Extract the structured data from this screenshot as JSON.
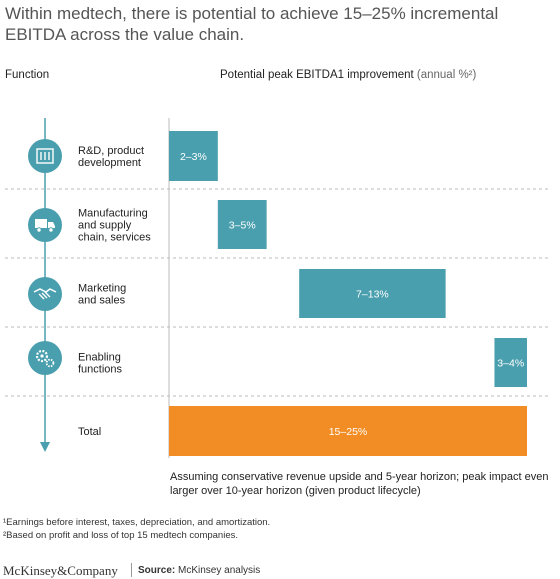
{
  "title": "Within medtech, there is potential to achieve 15–25% incremental EBITDA across the value chain.",
  "header": {
    "function": "Function",
    "metric": "Potential peak EBITDA1 improvement",
    "unit": "(annual %²)"
  },
  "chart_data": {
    "type": "bar",
    "orientation": "horizontal-floating",
    "categories": [
      "R&D, product development",
      "Manufacturing and supply chain, services",
      "Marketing and sales",
      "Enabling functions",
      "Total"
    ],
    "series": [
      {
        "ranges": [
          [
            0,
            3
          ],
          [
            3,
            6
          ],
          [
            8,
            17
          ],
          [
            20,
            22
          ],
          [
            0,
            22
          ]
        ],
        "labels": [
          "2–3%",
          "3–5%",
          "7–13%",
          "3–4%",
          "15–25%"
        ]
      }
    ]
  },
  "rows": [
    {
      "label_lines": [
        "R&D, product",
        "development"
      ],
      "icon": "research-icon"
    },
    {
      "label_lines": [
        "Manufacturing",
        "and supply",
        "chain, services"
      ],
      "icon": "truck-icon"
    },
    {
      "label_lines": [
        "Marketing",
        "and sales"
      ],
      "icon": "handshake-icon"
    },
    {
      "label_lines": [
        "Enabling",
        "functions"
      ],
      "icon": "gears-icon"
    },
    {
      "label_lines": [
        "Total"
      ],
      "icon": ""
    }
  ],
  "colors": {
    "teal": "#4a9fae",
    "orange": "#f28c24",
    "icon_bg": "#4a9fae"
  },
  "note": "Assuming conservative revenue upside and 5-year horizon; peak impact even larger over 10-year horizon (given product lifecycle)",
  "footnotes": [
    "¹Earnings before interest, taxes, depreciation, and amortization.",
    "²Based on profit and loss of top 15 medtech companies."
  ],
  "brand": "McKinsey&Company",
  "source_label": "Source:",
  "source_text": "McKinsey analysis"
}
